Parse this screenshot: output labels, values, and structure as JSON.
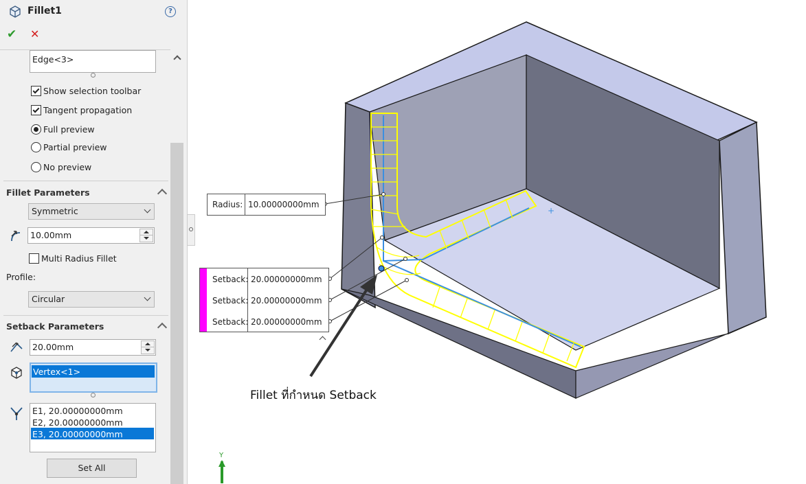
{
  "feature": {
    "title": "Fillet1"
  },
  "toolbar": {
    "ok_label": "✔",
    "cancel_label": "✕",
    "help_label": "?"
  },
  "edges": {
    "selected": "Edge<3>"
  },
  "options": {
    "show_selection_toolbar": "Show selection toolbar",
    "tangent_propagation": "Tangent propagation",
    "full_preview": "Full preview",
    "partial_preview": "Partial preview",
    "no_preview": "No preview"
  },
  "fillet_params": {
    "header": "Fillet Parameters",
    "method": "Symmetric",
    "radius": "10.00mm",
    "multi_radius": "Multi Radius Fillet",
    "profile_label": "Profile:",
    "profile": "Circular"
  },
  "setback_params": {
    "header": "Setback Parameters",
    "distance": "20.00mm",
    "vertex": "Vertex<1>",
    "edges": [
      "E1, 20.00000000mm",
      "E2, 20.00000000mm",
      "E3, 20.00000000mm"
    ],
    "set_all": "Set All"
  },
  "callouts": {
    "radius_label": "Radius:",
    "radius_value": "10.00000000mm",
    "setback_label": "Setback:",
    "setback_values": [
      "20.00000000mm",
      "20.00000000mm",
      "20.00000000mm"
    ]
  },
  "annotation": "Fillet ที่กำหนด Setback",
  "triad": {
    "y_label": "Y"
  },
  "colors": {
    "accent": "#0a78d7",
    "highlight": "#ffff00",
    "magenta": "#ff00ff",
    "ok": "#2e9b2e",
    "cancel": "#d42020"
  }
}
